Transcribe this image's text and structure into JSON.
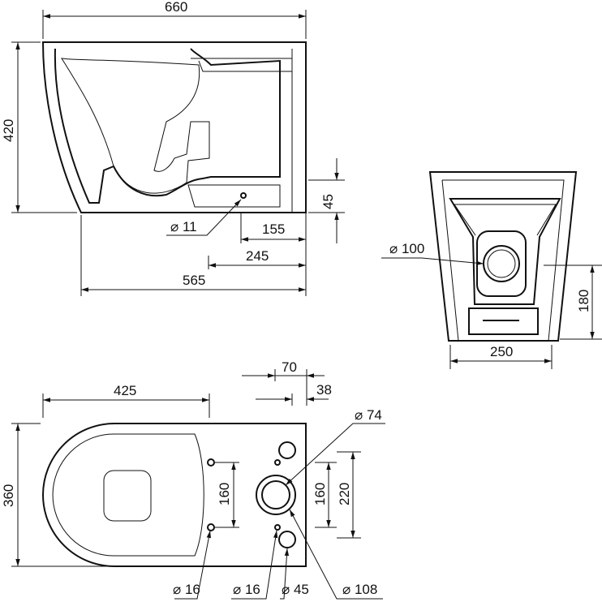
{
  "side_view": {
    "width_label": "660",
    "height_label": "420",
    "outlet_height_label": "45",
    "hole_label": "⌀ 11",
    "dim_155": "155",
    "dim_245": "245",
    "dim_565": "565"
  },
  "front_view": {
    "outlet_label": "⌀ 100",
    "outlet_height_label": "180",
    "width_label": "250"
  },
  "plan_view": {
    "dim_70": "70",
    "dim_38": "38",
    "dim_425": "425",
    "depth_label": "360",
    "left_holes_spacing": "160",
    "right_spacing_160": "160",
    "right_spacing_220": "220",
    "pipe_label": "⌀ 74",
    "fix_hole_label": "⌀ 16",
    "small_hole_label": "⌀ 16",
    "inlet_label": "⌀ 45",
    "outlet_label": "⌀ 108"
  },
  "colors": {
    "line": "#111111",
    "background": "#ffffff"
  }
}
